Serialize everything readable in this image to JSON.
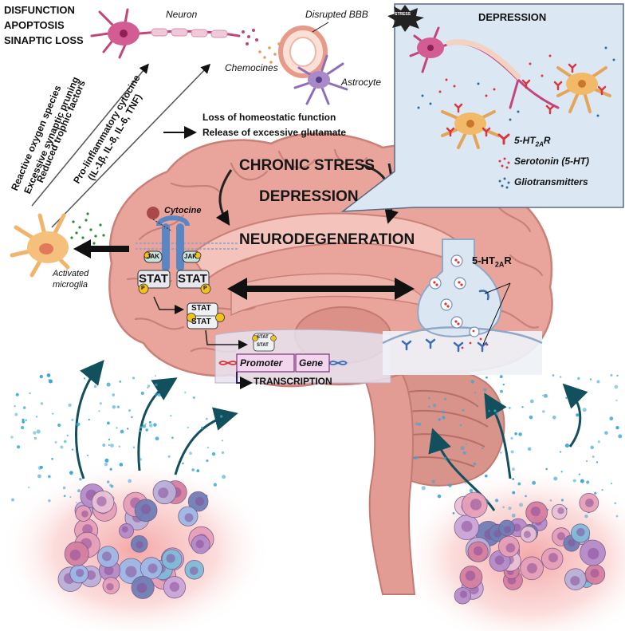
{
  "top_left": {
    "line1": "DISFUNCTION",
    "line2": "APOPTOSIS",
    "line3": "SINAPTIC LOSS"
  },
  "labels": {
    "neuron": "Neuron",
    "disrupted_bbb": "Disrupted BBB",
    "chemocines": "Chemocines",
    "astrocyte": "Astrocyte",
    "cytocine": "Cytocine",
    "activated_microglia_1": "Activated",
    "activated_microglia_2": "microglia",
    "jak": "JAK",
    "stat": "STAT",
    "p": "P",
    "promoter": "Promoter",
    "gene": "Gene",
    "transcription": "TRANSCRIPTION",
    "receptor_main": "5-HT",
    "receptor_sub": "2A",
    "receptor_end": "R"
  },
  "rotated": {
    "ros": "Reactive oxygen species",
    "pruning": "Excessive synaptic pruning",
    "trophic": "Reduced trophic factors",
    "cytocine1": "Pro-linflammatory cytocine",
    "cytocine2": "(IL-1β, IL-8, IL-6, TNF)"
  },
  "homeostasis": {
    "line1": "Loss of  homeostatic function",
    "line2": "Release of excessive glutamate"
  },
  "brain": {
    "chronic_stress": "CHRONIC STRESS",
    "depression": "DEPRESSION",
    "neurodegeneration": "NEURODEGENERATION"
  },
  "inset": {
    "title": "DEPRESSION",
    "stress_badge": "STRESS",
    "legend": [
      {
        "sym_main": "5-HT",
        "sym_sub": "2A",
        "sym_end": "R",
        "label": ""
      },
      {
        "label": "Serotonin (5-HT)"
      },
      {
        "label": "Gliotransmitters"
      }
    ]
  },
  "colors": {
    "brain": "#e8a39a",
    "brain_dark": "#c98078",
    "inset_bg": "#dbe8f4",
    "microglia": "#f0b56a",
    "neuron": "#c2457c",
    "astrocyte": "#8d6fb8",
    "receptor": "#d9363e",
    "arrow": "#12505e"
  }
}
